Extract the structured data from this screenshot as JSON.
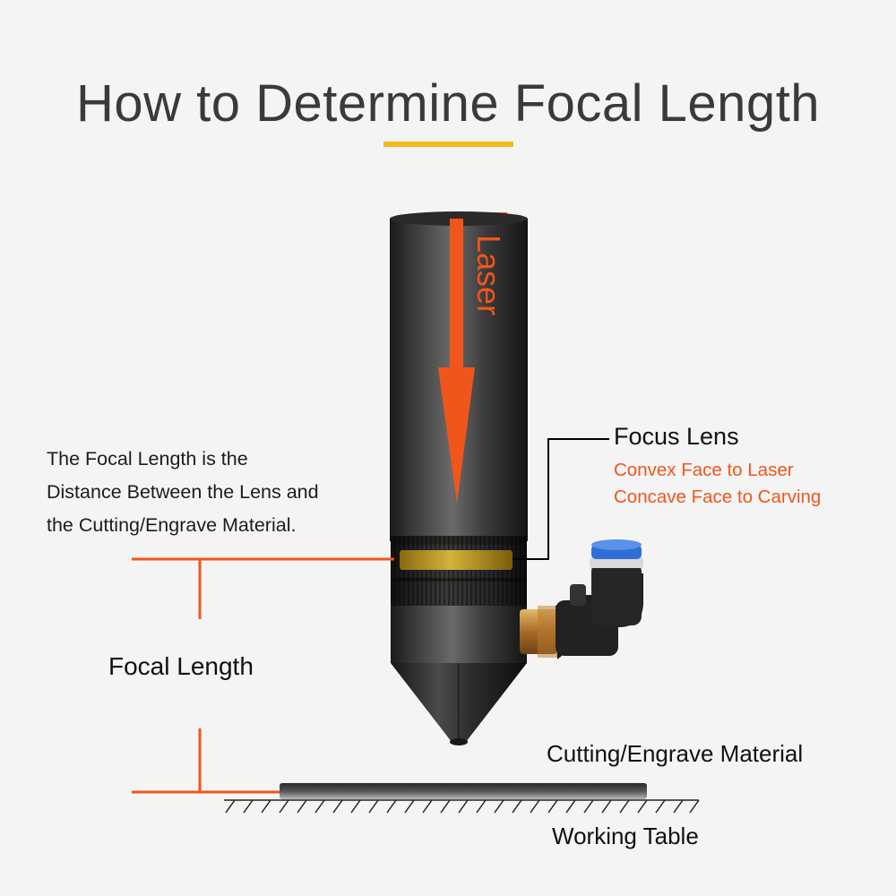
{
  "title": "How to Determine Focal Length",
  "laser_label": "Laser",
  "explanation": [
    "The Focal Length is the",
    "Distance Between the Lens and",
    "the Cutting/Engrave Material."
  ],
  "focal_length_label": "Focal Length",
  "focus_lens": {
    "title": "Focus Lens",
    "lines": [
      "Convex Face to Laser",
      "Concave Face to Carving"
    ]
  },
  "material_label": "Cutting/Engrave Material",
  "table_label": "Working Table",
  "colors": {
    "accent_orange": "#f0561b",
    "underline_yellow": "#f2bd19",
    "text_dark": "#3a3a3a",
    "lens_ring": "#c9a227",
    "fitting_blue": "#2d6fd6"
  }
}
